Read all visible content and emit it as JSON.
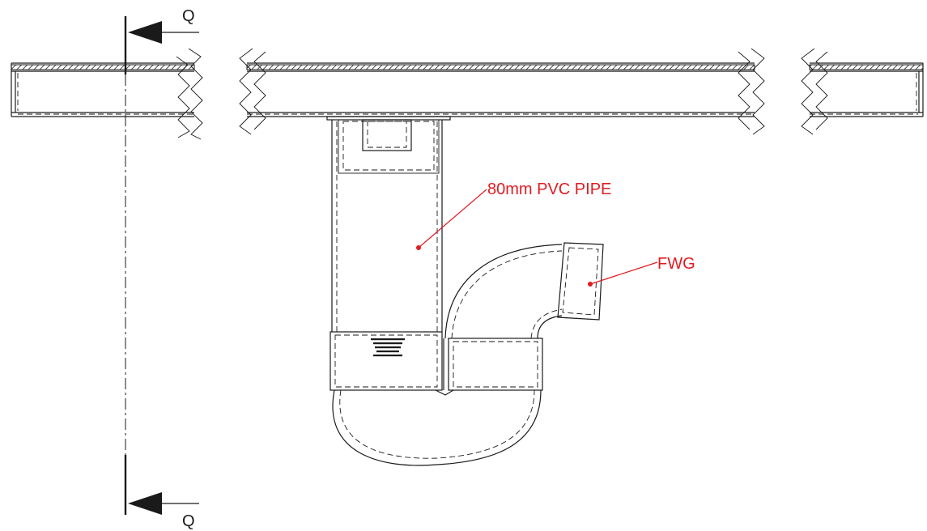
{
  "section_marker": {
    "top_letter": "Q",
    "bottom_letter": "Q"
  },
  "labels": {
    "pipe": "80mm PVC PIPE",
    "fwg": "FWG"
  },
  "colors": {
    "linework": "#1a1a1a",
    "annotation": "#e11b22",
    "background": "#ffffff"
  }
}
